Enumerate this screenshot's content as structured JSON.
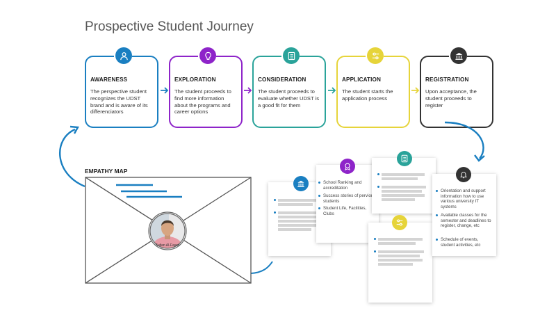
{
  "title": "Prospective Student Journey",
  "stages": [
    {
      "name": "AWARENESS",
      "desc": "The perspective student recognizes the UDST brand and is aware of its differenciators",
      "color": "#1a7fc1",
      "icon": "user-icon"
    },
    {
      "name": "EXPLORATION",
      "desc": "The student proceeds to find more information about the programs and career options",
      "color": "#8e24c9",
      "icon": "lightbulb-icon"
    },
    {
      "name": "CONSIDERATION",
      "desc": "The student proceeds to evaluate whether UDST is a good fit for them",
      "color": "#2aa39a",
      "icon": "checklist-icon"
    },
    {
      "name": "APPLICATION",
      "desc": "The student starts the application process",
      "color": "#e6d43a",
      "icon": "sliders-icon"
    },
    {
      "name": "REGISTRATION",
      "desc": "Upon acceptance, the student proceeds to register",
      "color": "#333333",
      "icon": "building-icon"
    }
  ],
  "empathy": {
    "label": "EMPATHY MAP",
    "person_name": "Sultan Al-Fayez"
  },
  "cards": {
    "exploration_items": [
      "School Ranking and accreditation",
      "Success stories of pervious students",
      "Student Life, Facilities, Clubs"
    ],
    "registration_items": [
      "Orientation and support information how to use various university IT systems",
      "Available classes for the semester and deadlines to register, change, etc",
      "Schedule of events, student activities, etc"
    ]
  },
  "colors": {
    "blue": "#1a7fc1",
    "purple": "#8e24c9",
    "teal": "#2aa39a",
    "yellow": "#e6d43a",
    "dark": "#333333"
  }
}
